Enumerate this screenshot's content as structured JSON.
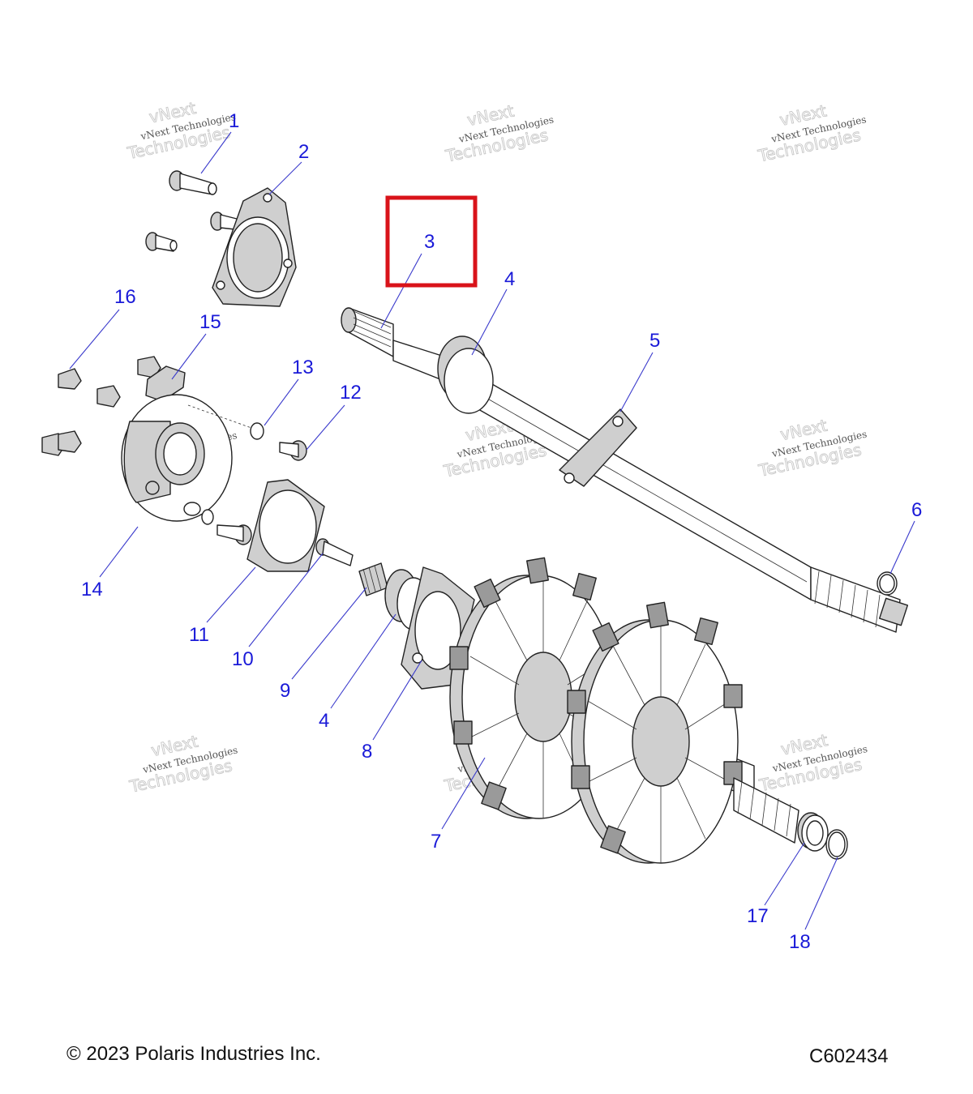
{
  "callouts": [
    {
      "id": "1",
      "text": "1"
    },
    {
      "id": "2",
      "text": "2"
    },
    {
      "id": "3",
      "text": "3"
    },
    {
      "id": "4a",
      "text": "4"
    },
    {
      "id": "5",
      "text": "5"
    },
    {
      "id": "6",
      "text": "6"
    },
    {
      "id": "16",
      "text": "16"
    },
    {
      "id": "15",
      "text": "15"
    },
    {
      "id": "13",
      "text": "13"
    },
    {
      "id": "12",
      "text": "12"
    },
    {
      "id": "14",
      "text": "14"
    },
    {
      "id": "11",
      "text": "11"
    },
    {
      "id": "10",
      "text": "10"
    },
    {
      "id": "9",
      "text": "9"
    },
    {
      "id": "4b",
      "text": "4"
    },
    {
      "id": "8",
      "text": "8"
    },
    {
      "id": "7",
      "text": "7"
    },
    {
      "id": "17",
      "text": "17"
    },
    {
      "id": "18",
      "text": "18"
    }
  ],
  "highlight": {
    "callout": "3",
    "color": "#d9131a"
  },
  "label_color": "#1a1ad8",
  "watermark": {
    "line1": "vNext Technologies",
    "line2": "vNext",
    "line3": "Technologies"
  },
  "footer": {
    "copyright": "© 2023 Polaris Industries Inc.",
    "diagram_code": "C602434"
  }
}
